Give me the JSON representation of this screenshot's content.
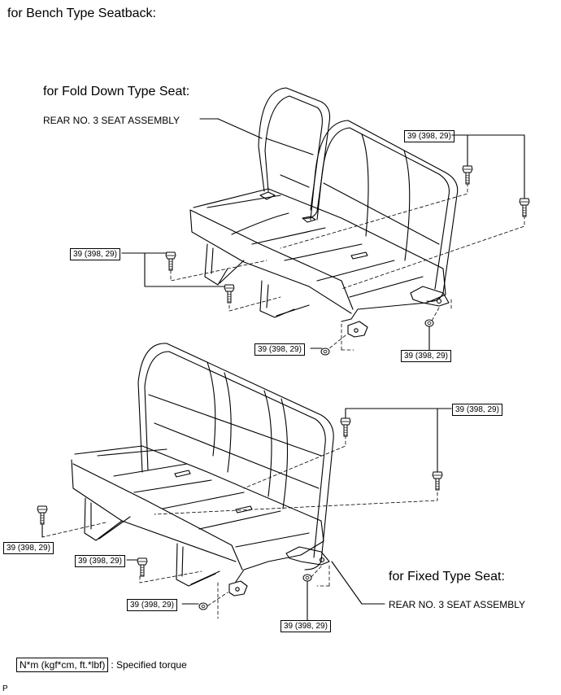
{
  "page_title": "for Bench Type Seatback:",
  "fold_down": {
    "title": "for Fold Down Type Seat:",
    "assembly_label": "REAR NO. 3 SEAT ASSEMBLY",
    "torques": [
      "39 (398, 29)",
      "39 (398, 29)",
      "39 (398, 29)",
      "39 (398, 29)"
    ]
  },
  "fixed": {
    "title": "for Fixed Type Seat:",
    "assembly_label": "REAR NO. 3 SEAT ASSEMBLY",
    "torques": [
      "39 (398, 29)",
      "39 (398, 29)",
      "39 (398, 29)",
      "39 (398, 29)",
      "39 (398, 29)"
    ]
  },
  "legend": {
    "unit": "N*m (kgf*cm, ft.*lbf)",
    "text": ": Specified torque"
  },
  "footer_mark": "P"
}
